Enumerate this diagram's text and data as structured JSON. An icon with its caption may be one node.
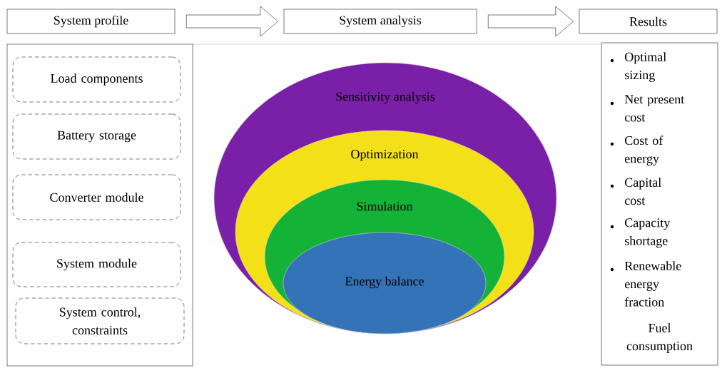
{
  "diagram": {
    "nodes": [
      {
        "text": [
          "System profile"
        ]
      },
      {
        "text": [
          "System analysis"
        ]
      },
      {
        "text": [
          "Results"
        ]
      },
      {
        "text": [],
        "shape": "box"
      },
      {
        "text": [
          "Load components"
        ],
        "in": 3
      },
      {
        "text": [
          "Battery storage"
        ],
        "in": 3
      },
      {
        "text": [
          "Converter module"
        ],
        "in": 3
      },
      {
        "text": [
          "System module"
        ],
        "in": 3
      },
      {
        "text": [
          "System control, constraints"
        ],
        "in": 3
      },
      {
        "text": [
          "Sensitivity analysis"
        ]
      },
      {
        "text": [
          "Optimization"
        ],
        "in": 9
      },
      {
        "text": [
          "Simulation"
        ],
        "in": 10
      },
      {
        "text": [
          "Energy balance"
        ],
        "in": 11
      },
      {
        "text": [
          "Optimal sizing",
          "Net present cost",
          "Cost of energy",
          "Capital cost",
          "Capacity shortage",
          "Renewable energy fraction",
          "Fuel consumption"
        ]
      }
    ],
    "edges": [
      {
        "from": 0,
        "to": 1,
        "arrow": "to"
      },
      {
        "from": 1,
        "to": 2,
        "arrow": "to"
      }
    ]
  }
}
